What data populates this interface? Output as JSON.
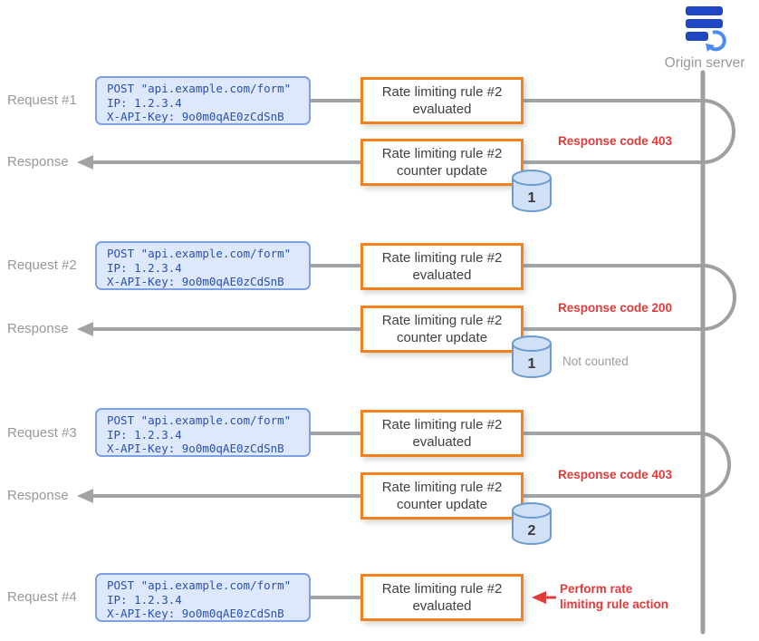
{
  "diagram": {
    "entity": {
      "label": "Origin server",
      "icon": "server-stack-sync-icon"
    },
    "request_payload": {
      "line1": "POST \"api.example.com/form\"",
      "line2": "IP: 1.2.3.4",
      "line3": "X-API-Key: 9o0m0qAE0zCdSnB"
    },
    "rows": [
      {
        "label": "Request #1",
        "rule_line1": "Rate limiting rule #2",
        "rule_line2": "evaluated"
      },
      {
        "label": "Response",
        "rule_line1": "Rate limiting rule #2",
        "rule_line2": "counter update",
        "counter": "1",
        "annotation": "Response code 403"
      },
      {
        "label": "Request #2",
        "rule_line1": "Rate limiting rule #2",
        "rule_line2": "evaluated"
      },
      {
        "label": "Response",
        "rule_line1": "Rate limiting rule #2",
        "rule_line2": "counter update",
        "counter": "1",
        "annotation": "Response code 200",
        "note": "Not counted"
      },
      {
        "label": "Request #3",
        "rule_line1": "Rate limiting rule #2",
        "rule_line2": "evaluated"
      },
      {
        "label": "Response",
        "rule_line1": "Rate limiting rule #2",
        "rule_line2": "counter update",
        "counter": "2",
        "annotation": "Response code 403"
      },
      {
        "label": "Request #4",
        "rule_line1": "Rate limiting rule #2",
        "rule_line2": "evaluated",
        "annotation_line1": "Perform rate",
        "annotation_line2": "limiting rule action"
      }
    ],
    "icons": {
      "counter": "database-cylinder-icon",
      "response_arrow": "arrow-left-icon",
      "entity": "server-stack-sync-icon"
    },
    "colors": {
      "accent_orange": "#f4811e",
      "request_blue_bg": "#dde8fc",
      "request_blue_border": "#7d9fe3",
      "annotation_red": "#e03a3a",
      "line_gray": "#a2a3a5",
      "cylinder_fill": "#cfe0f7",
      "cylinder_stroke": "#6b9bd2"
    }
  }
}
